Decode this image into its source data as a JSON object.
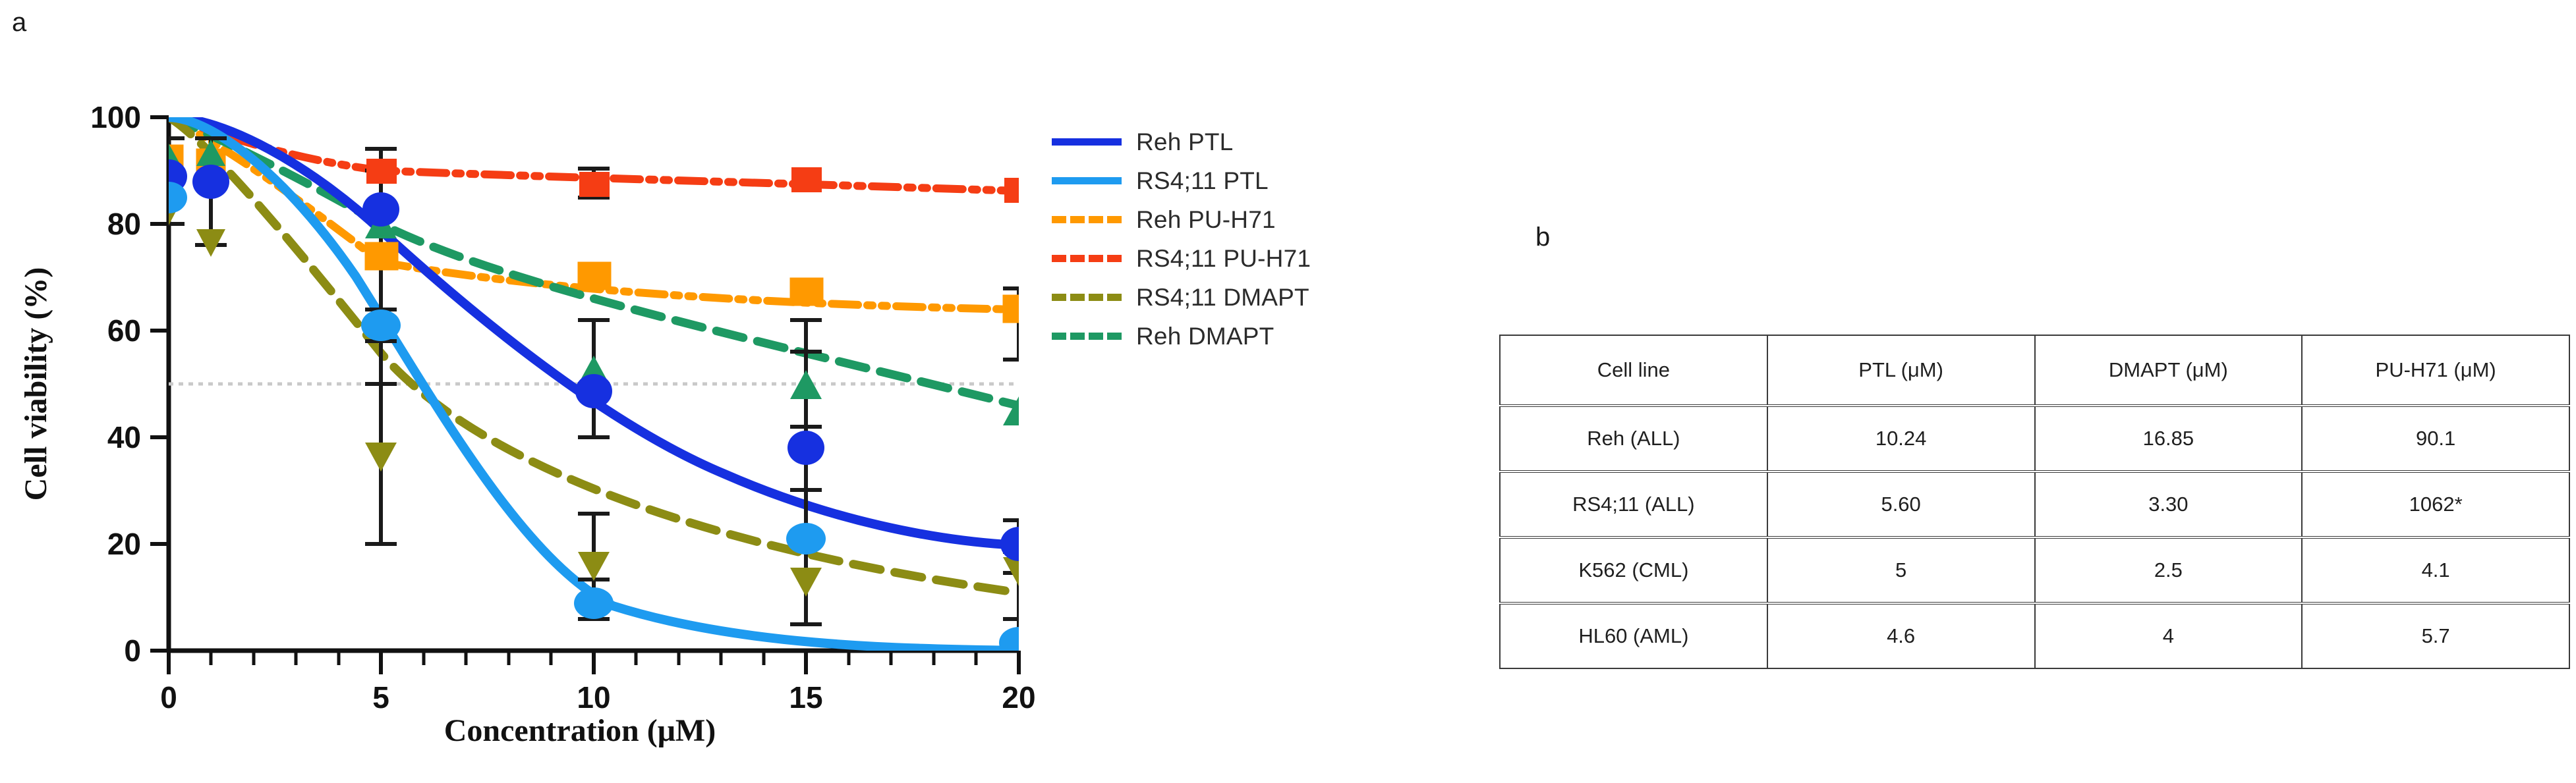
{
  "panels": {
    "a_label": "a",
    "b_label": "b"
  },
  "chart_data": {
    "type": "line",
    "title": "",
    "xlabel": "Concentration (μM)",
    "ylabel": "Cell viability (%)",
    "xlim": [
      0,
      20
    ],
    "ylim": [
      0,
      100
    ],
    "xticks": [
      0,
      5,
      10,
      15,
      20
    ],
    "yticks": [
      0,
      20,
      40,
      60,
      80,
      100
    ],
    "x_minor_ticks_between": 4,
    "grid": false,
    "reference_line": {
      "y": 50,
      "style": "dotted",
      "color": "#c8c8c8"
    },
    "legend_position": "right",
    "series": [
      {
        "name": "Reh PTL",
        "color": "#1630E0",
        "line_style": "solid",
        "marker": "circle",
        "marker_fill": "#1630E0",
        "x": [
          0,
          1,
          5,
          10,
          15,
          20
        ],
        "values": [
          92,
          91,
          82,
          48,
          38,
          20
        ],
        "errors": [
          4,
          3,
          9,
          5,
          7,
          4
        ]
      },
      {
        "name": "RS4;11 PTL",
        "color": "#1E9BF0",
        "line_style": "solid",
        "marker": "circle",
        "marker_fill": "#1E9BF0",
        "x": [
          0,
          5,
          10,
          15,
          20
        ],
        "values": [
          91,
          61,
          9,
          21,
          1
        ],
        "errors": [
          4,
          5,
          3,
          4,
          3
        ]
      },
      {
        "name": "Reh PU-H71",
        "color": "#FF9900",
        "line_style": "dash-dot-dot",
        "marker": "square-open",
        "marker_fill": "#FF9900",
        "x": [
          0,
          1,
          5,
          10,
          15,
          20
        ],
        "values": [
          93,
          92,
          73,
          70,
          67,
          64
        ],
        "errors": [
          3,
          3,
          3,
          2,
          2,
          3
        ]
      },
      {
        "name": "RS4;11 PU-H71",
        "color": "#F53D14",
        "line_style": "dash-dot-dot",
        "marker": "square",
        "marker_fill": "#F53D14",
        "x": [
          0,
          1,
          5,
          10,
          15,
          20
        ],
        "values": [
          92,
          93,
          89,
          86,
          87,
          85
        ],
        "errors": [
          3,
          3,
          9,
          2,
          2,
          2
        ]
      },
      {
        "name": "RS4;11 DMAPT",
        "color": "#8C8C14",
        "line_style": "dashed",
        "marker": "triangle-down",
        "marker_fill": "#8C8C14",
        "x": [
          0,
          1,
          5,
          10,
          15,
          20
        ],
        "values": [
          91,
          86,
          36,
          18,
          12,
          14
        ],
        "errors": [
          5,
          5,
          15,
          5,
          4,
          5
        ]
      },
      {
        "name": "Reh DMAPT",
        "color": "#1E9963",
        "line_style": "dashed",
        "marker": "triangle-up",
        "marker_fill": "#1E9963",
        "x": [
          0,
          1,
          5,
          10,
          15,
          20
        ],
        "values": [
          92,
          93,
          78,
          54,
          50,
          45
        ],
        "errors": [
          3,
          3,
          3,
          5,
          8,
          5
        ]
      }
    ]
  },
  "table": {
    "headers": [
      "Cell line",
      "PTL  (μM)",
      "DMAPT  (μM)",
      "PU-H71  (μM)"
    ],
    "rows": [
      {
        "cells": [
          "Reh (ALL)",
          "10.24",
          "16.85",
          "90.1"
        ]
      },
      {
        "cells": [
          "RS4;11 (ALL)",
          "5.60",
          "3.30",
          "1062*"
        ]
      },
      {
        "cells": [
          "K562 (CML)",
          "5",
          "2.5",
          "4.1"
        ]
      },
      {
        "cells": [
          "HL60 (AML)",
          "4.6",
          "4",
          "5.7"
        ]
      }
    ]
  }
}
